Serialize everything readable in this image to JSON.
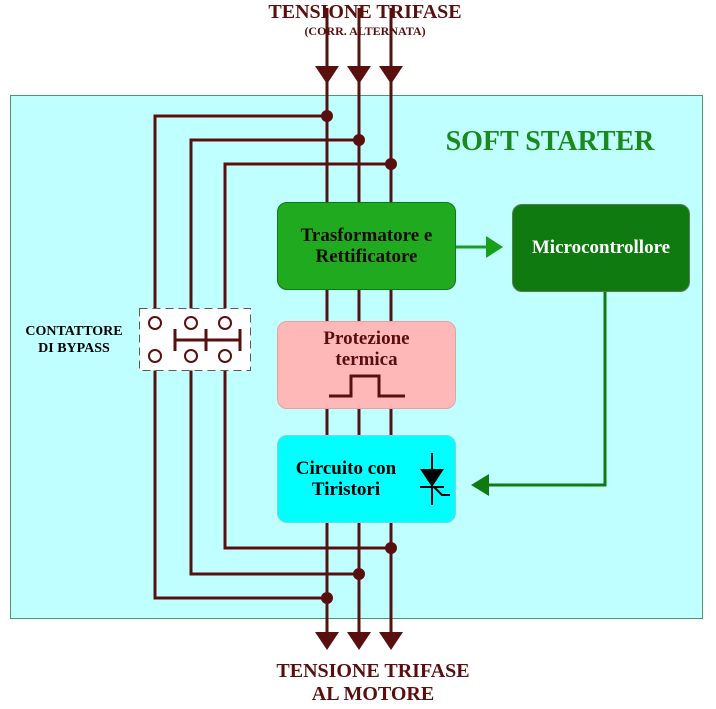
{
  "header": {
    "title": "TENSIONE TRIFASE",
    "subtitle": "(CORR. ALTERNATA)"
  },
  "device": {
    "title": "SOFT STARTER"
  },
  "blocks": {
    "transformer": {
      "line1": "Trasformatore e",
      "line2": "Rettificatore"
    },
    "microcontroller": {
      "label": "Microcontrollore"
    },
    "thermal": {
      "line1": "Protezione",
      "line2": "termica"
    },
    "thyristor": {
      "line1": "Circuito con",
      "line2": "Tiristori"
    }
  },
  "bypass": {
    "line1": "CONTATTORE",
    "line2": "DI BYPASS"
  },
  "footer": {
    "line1": "TENSIONE TRIFASE",
    "line2": "AL MOTORE"
  },
  "colors": {
    "background": "#c0ffff",
    "border": "#4a9a6a",
    "wire": "#5a0f0f",
    "title_green": "#1a8a1a",
    "transformer_fill": "#1faa1f",
    "micro_fill": "#0f7a0f",
    "thermal_fill": "#ffb8b8",
    "thyristor_fill": "#00ffff",
    "arrow_green": "#18a018",
    "arrow_dark_green": "#0f7a0f",
    "header_text": "#5a0f0f"
  }
}
